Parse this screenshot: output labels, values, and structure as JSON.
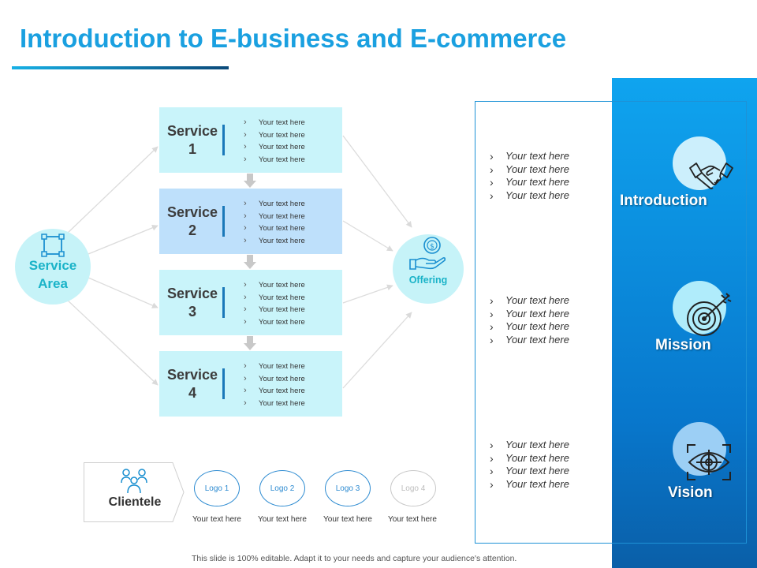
{
  "title": "Introduction to E-business and E-commerce",
  "service_area": {
    "label_line1": "Service",
    "label_line2": "Area",
    "icon": "select-square-icon"
  },
  "services": [
    {
      "line1": "Service",
      "line2": "1",
      "bullets": [
        "Your text here",
        "Your text here",
        "Your text here",
        "Your text here"
      ]
    },
    {
      "line1": "Service",
      "line2": "2",
      "bullets": [
        "Your text here",
        "Your text here",
        "Your text here",
        "Your text here"
      ]
    },
    {
      "line1": "Service",
      "line2": "3",
      "bullets": [
        "Your text here",
        "Your text here",
        "Your text here",
        "Your text here"
      ]
    },
    {
      "line1": "Service",
      "line2": "4",
      "bullets": [
        "Your text here",
        "Your text here",
        "Your text here",
        "Your text here"
      ]
    }
  ],
  "offering": {
    "label": "Offering",
    "icon": "hand-coin-icon"
  },
  "sections": [
    {
      "label": "Introduction",
      "icon": "handshake-icon",
      "bullets": [
        "Your text here",
        "Your text here",
        "Your text here",
        "Your text here"
      ]
    },
    {
      "label": "Mission",
      "icon": "target-arrow-icon",
      "bullets": [
        "Your text here",
        "Your text here",
        "Your text here",
        "Your text here"
      ]
    },
    {
      "label": "Vision",
      "icon": "eye-focus-icon",
      "bullets": [
        "Your text here",
        "Your text here",
        "Your text here",
        "Your text here"
      ]
    }
  ],
  "clientele": {
    "label": "Clientele",
    "icon": "people-group-icon",
    "logos": [
      {
        "name": "Logo 1",
        "caption": "Your text here"
      },
      {
        "name": "Logo 2",
        "caption": "Your text here"
      },
      {
        "name": "Logo 3",
        "caption": "Your text here"
      },
      {
        "name": "Logo 4",
        "caption": "Your text here"
      }
    ]
  },
  "footer": "This slide is 100% editable. Adapt it to your needs and capture your audience's attention.",
  "colors": {
    "accent": "#1aa0e0",
    "panel": "#0b8ad8",
    "service_box": "#c9f4fa",
    "service_box_alt": "#bee0fb",
    "circle": "#c6f3f8"
  }
}
